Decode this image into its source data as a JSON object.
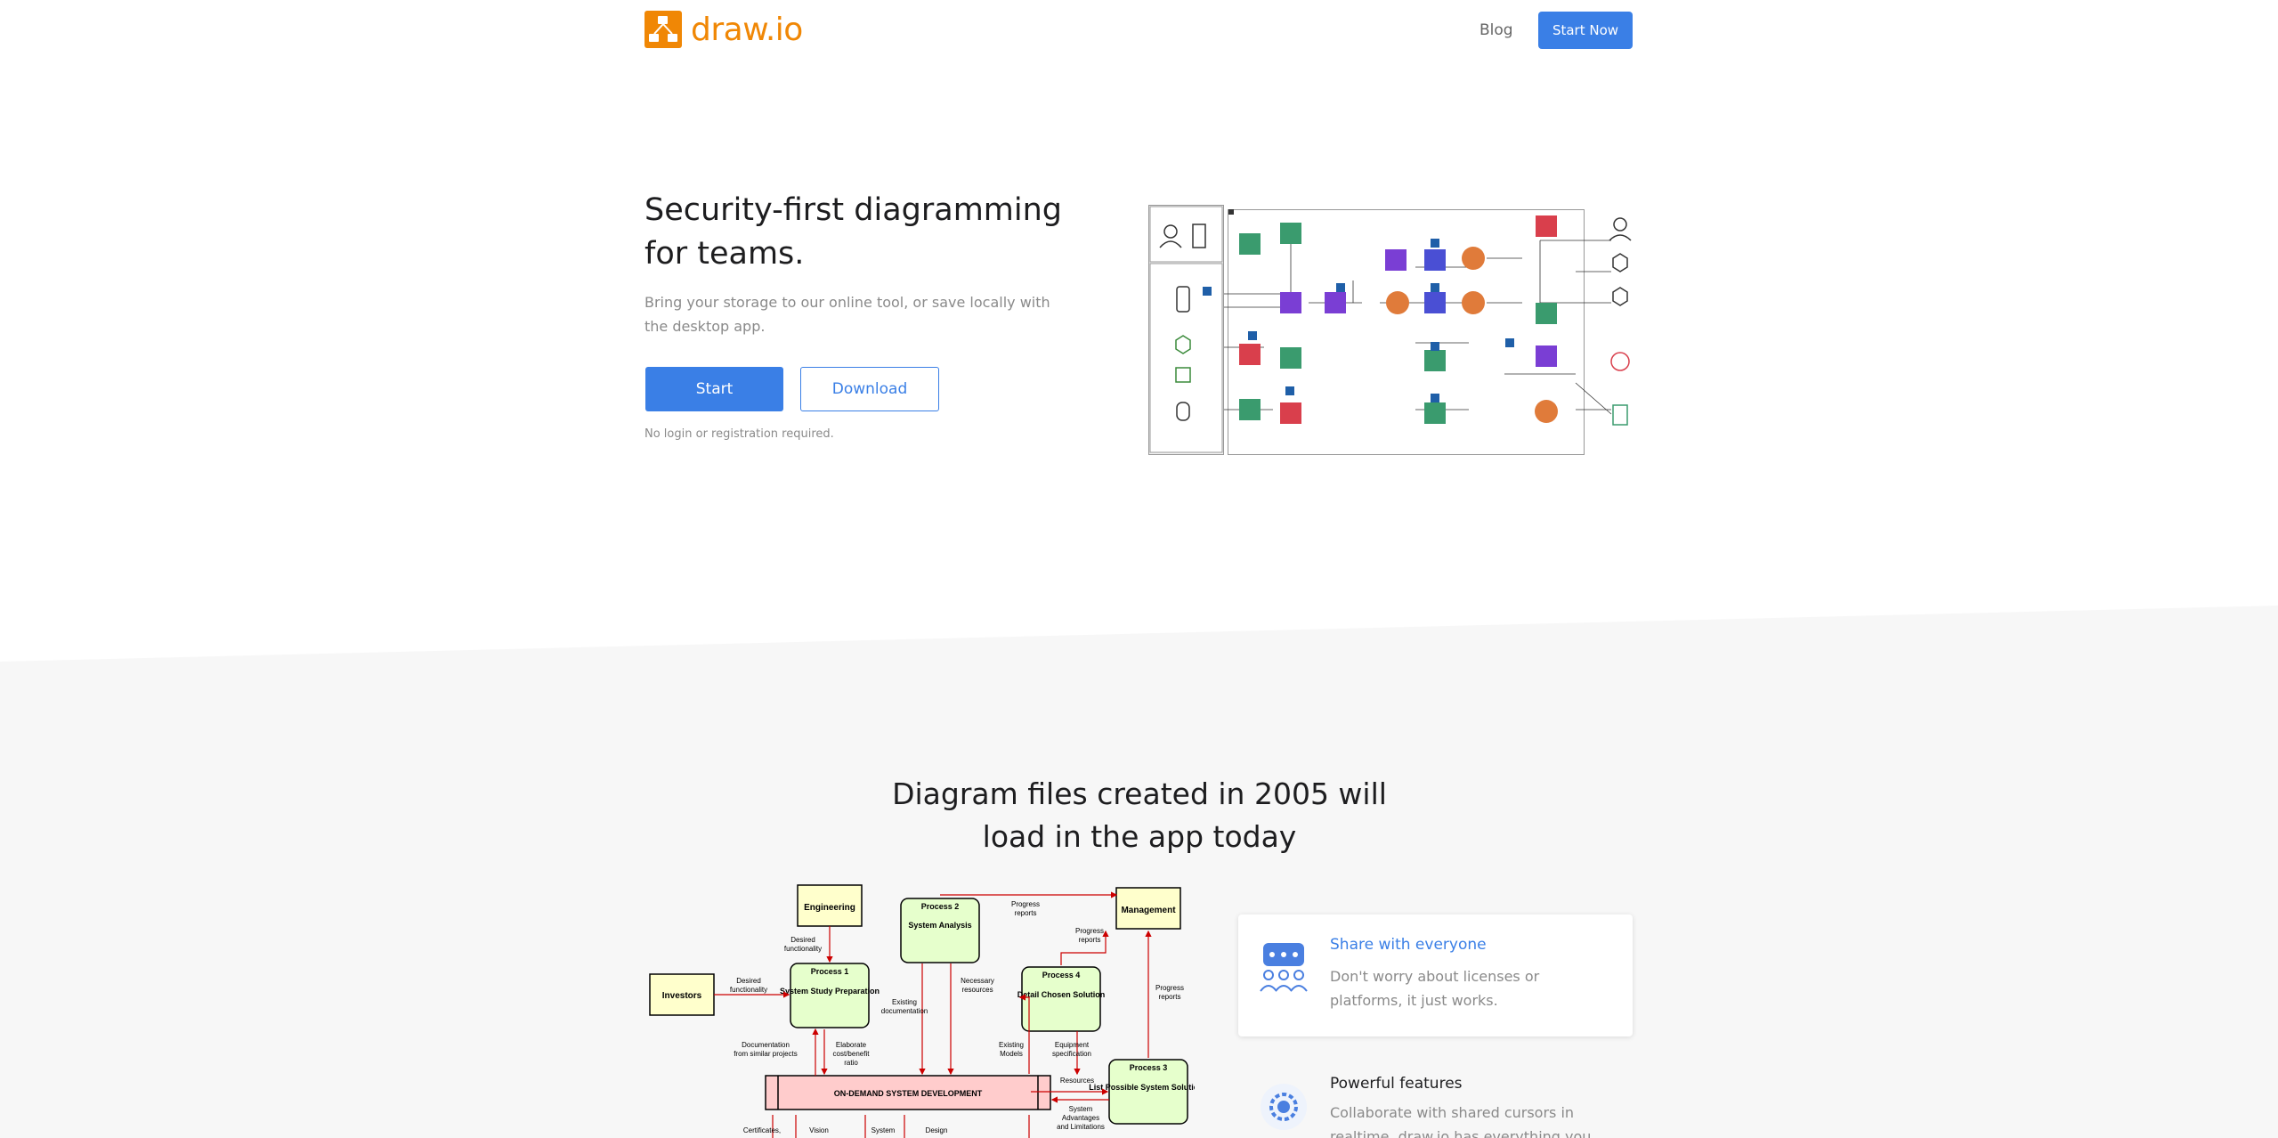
{
  "header": {
    "logo_text": "draw.io",
    "nav_blog": "Blog",
    "nav_start": "Start Now"
  },
  "hero": {
    "title": "Security-first diagramming for teams.",
    "subtitle": "Bring your storage to our online tool, or save locally with the desktop app.",
    "start_label": "Start",
    "download_label": "Download",
    "note": "No login or registration required."
  },
  "section2": {
    "title": "Diagram files created in 2005 will load in the app today"
  },
  "features": [
    {
      "title": "Share with everyone",
      "desc": "Don't worry about licenses or platforms, it just works.",
      "title_color": "#3a7fe6"
    },
    {
      "title": "Powerful features",
      "desc": "Collaborate with shared cursors in realtime. draw.io has everything you",
      "title_color": "#1d1d1f"
    }
  ],
  "dfd": {
    "engineering": "Engineering",
    "investors": "Investors",
    "management": "Management",
    "process1_num": "Process 1",
    "process1_name": "System Study Preparation",
    "process2_num": "Process 2",
    "process2_name": "System Analysis",
    "process3_num": "Process 3",
    "process3_name": "List Possible System Solutions",
    "process4_num": "Process 4",
    "process4_name": "Detail Chosen Solution",
    "store": "ON-DEMAND SYSTEM DEVELOPMENT",
    "desired_functionality": "Desired functionality",
    "progress_reports": "Progress reports",
    "existing_documentation": "Existing documentation",
    "necessary_resources": "Necessary resources",
    "documentation_similar": "Documentation from similar projects",
    "elaborate": "Elaborate cost/benefit ratio",
    "existing_models": "Existing Models",
    "equipment": "Equipment specification",
    "resources": "Resources",
    "system_adv": "System Advantages and Limitations",
    "certificates": "Certificates,",
    "vision": "Vision",
    "system": "System",
    "design": "Design"
  },
  "colors": {
    "accent": "#3a7fe6",
    "brand": "#f08705"
  }
}
